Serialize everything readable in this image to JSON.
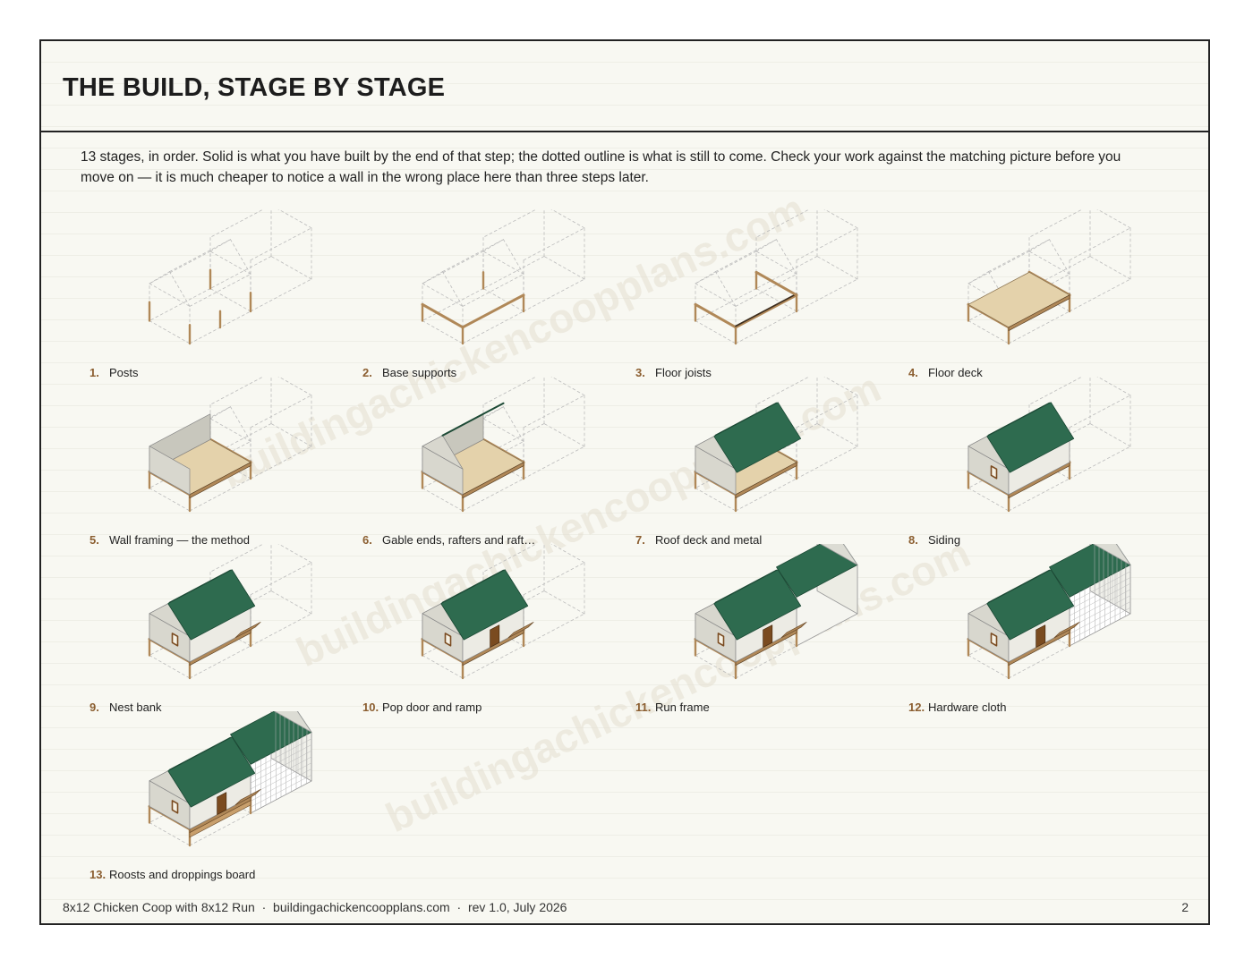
{
  "page": {
    "title": "THE BUILD, STAGE BY STAGE",
    "intro": "13 stages, in order. Solid is what you have built by the end of that step; the dotted outline is what is still to come. Check your work against the matching picture before you move on — it is much cheaper to notice a wall in the wrong place here than three steps later.",
    "watermark": "buildingachickencoopplans.com"
  },
  "stages": [
    {
      "num": "1.",
      "label": "Posts",
      "level": 1
    },
    {
      "num": "2.",
      "label": "Base supports",
      "level": 2
    },
    {
      "num": "3.",
      "label": "Floor joists",
      "level": 3
    },
    {
      "num": "4.",
      "label": "Floor deck",
      "level": 4
    },
    {
      "num": "5.",
      "label": "Wall framing — the method",
      "level": 5
    },
    {
      "num": "6.",
      "label": "Gable ends, rafters and raft…",
      "level": 6
    },
    {
      "num": "7.",
      "label": "Roof deck and metal",
      "level": 7
    },
    {
      "num": "8.",
      "label": "Siding",
      "level": 8
    },
    {
      "num": "9.",
      "label": "Nest bank",
      "level": 9
    },
    {
      "num": "10.",
      "label": "Pop door and ramp",
      "level": 10
    },
    {
      "num": "11.",
      "label": "Run frame",
      "level": 11
    },
    {
      "num": "12.",
      "label": "Hardware cloth",
      "level": 12
    },
    {
      "num": "13.",
      "label": "Roosts and droppings board",
      "level": 13
    }
  ],
  "colors": {
    "wood": "#b08858",
    "deck": "#e4d2ab",
    "wall": "#d8d7ce",
    "roof": "#2e6b4f",
    "door": "#7a4b20",
    "ghost": "#bbbbbb"
  },
  "footer": {
    "product": "8x12 Chicken Coop with 8x12 Run",
    "site": "buildingachickencoopplans.com",
    "revision": "rev 1.0, July 2026",
    "page_number": "2"
  }
}
